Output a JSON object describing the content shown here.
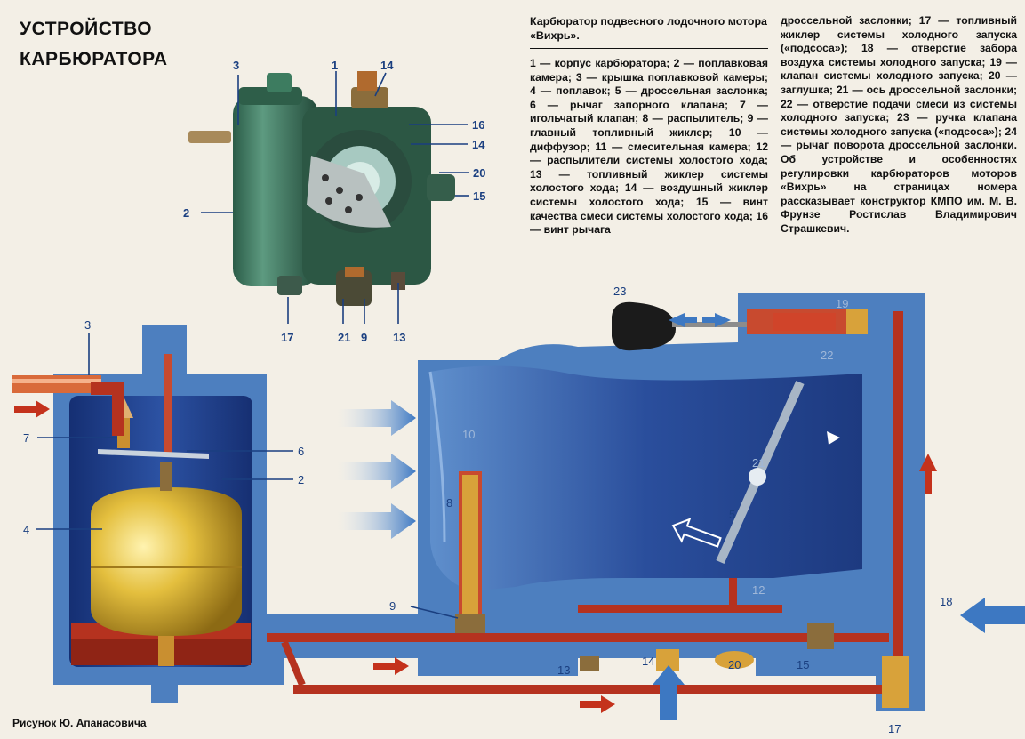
{
  "title_lines": [
    "УСТРОЙСТВО",
    "КАРБЮРАТОРА"
  ],
  "caption": {
    "heading": "Карбюратор подвесного лодочного мотора «Вихрь».",
    "column1": "1 — корпус карбюратора; 2 — поплавковая камера; 3 — крышка поплавковой камеры; 4 — поплавок; 5 — дроссельная заслонка; 6 — рычаг запорного клапана; 7 — игольчатый клапан; 8 — распылитель; 9 — главный топливный жиклер; 10 — диффузор; 11 — смесительная камера; 12 — распылители системы холостого хода; 13 — топливный жиклер системы холостого хода; 14 — воздушный жиклер системы холостого хода; 15 — винт качества смеси системы холостого хода; 16 — винт рычага",
    "column2": "дроссельной заслонки; 17 — топливный жиклер системы холодного запуска («подсоса»); 18 — отверстие забора воздуха системы холодного запуска; 19 — клапан системы холодного запуска; 20 — заглушка; 21 — ось дроссельной заслонки; 22 — отверстие подачи смеси из системы холодного запуска; 23 — ручка клапана системы холодного запуска («подсоса»); 24 — рычаг поворота дроссельной заслонки. Об устройстве и особенностях регулировки карбюраторов моторов «Вихрь» на страницах номера рассказывает конструктор КМПО им. М. В. Фрунзе Ростислав Владимирович Страшкевич."
  },
  "credit": "Рисунок Ю. Апанасовича",
  "photo_labels": {
    "n3": "3",
    "n1": "1",
    "n14a": "14",
    "n16": "16",
    "n14b": "14",
    "n20": "20",
    "n15": "15",
    "n2": "2",
    "n17": "17",
    "n21": "21",
    "n9": "9",
    "n13": "13"
  },
  "diagram_labels": {
    "n3": "3",
    "n7": "7",
    "n6": "6",
    "n2": "2",
    "n4": "4",
    "n8": "8",
    "n10": "10",
    "n21": "21",
    "n5": "5",
    "n9": "9",
    "n12": "12",
    "n13": "13",
    "n14": "14",
    "n20": "20",
    "n15": "15",
    "n18": "18",
    "n17": "17",
    "n23": "23",
    "n19": "19",
    "n22": "22"
  },
  "colors": {
    "body_blue": "#4d7fbf",
    "chamber_dark": "#213f86",
    "fuel_red": "#b5321f",
    "float_yellow": "#e4bf3e",
    "photo_green": "#3e7a62",
    "air_arrow": "#3d78c2"
  }
}
